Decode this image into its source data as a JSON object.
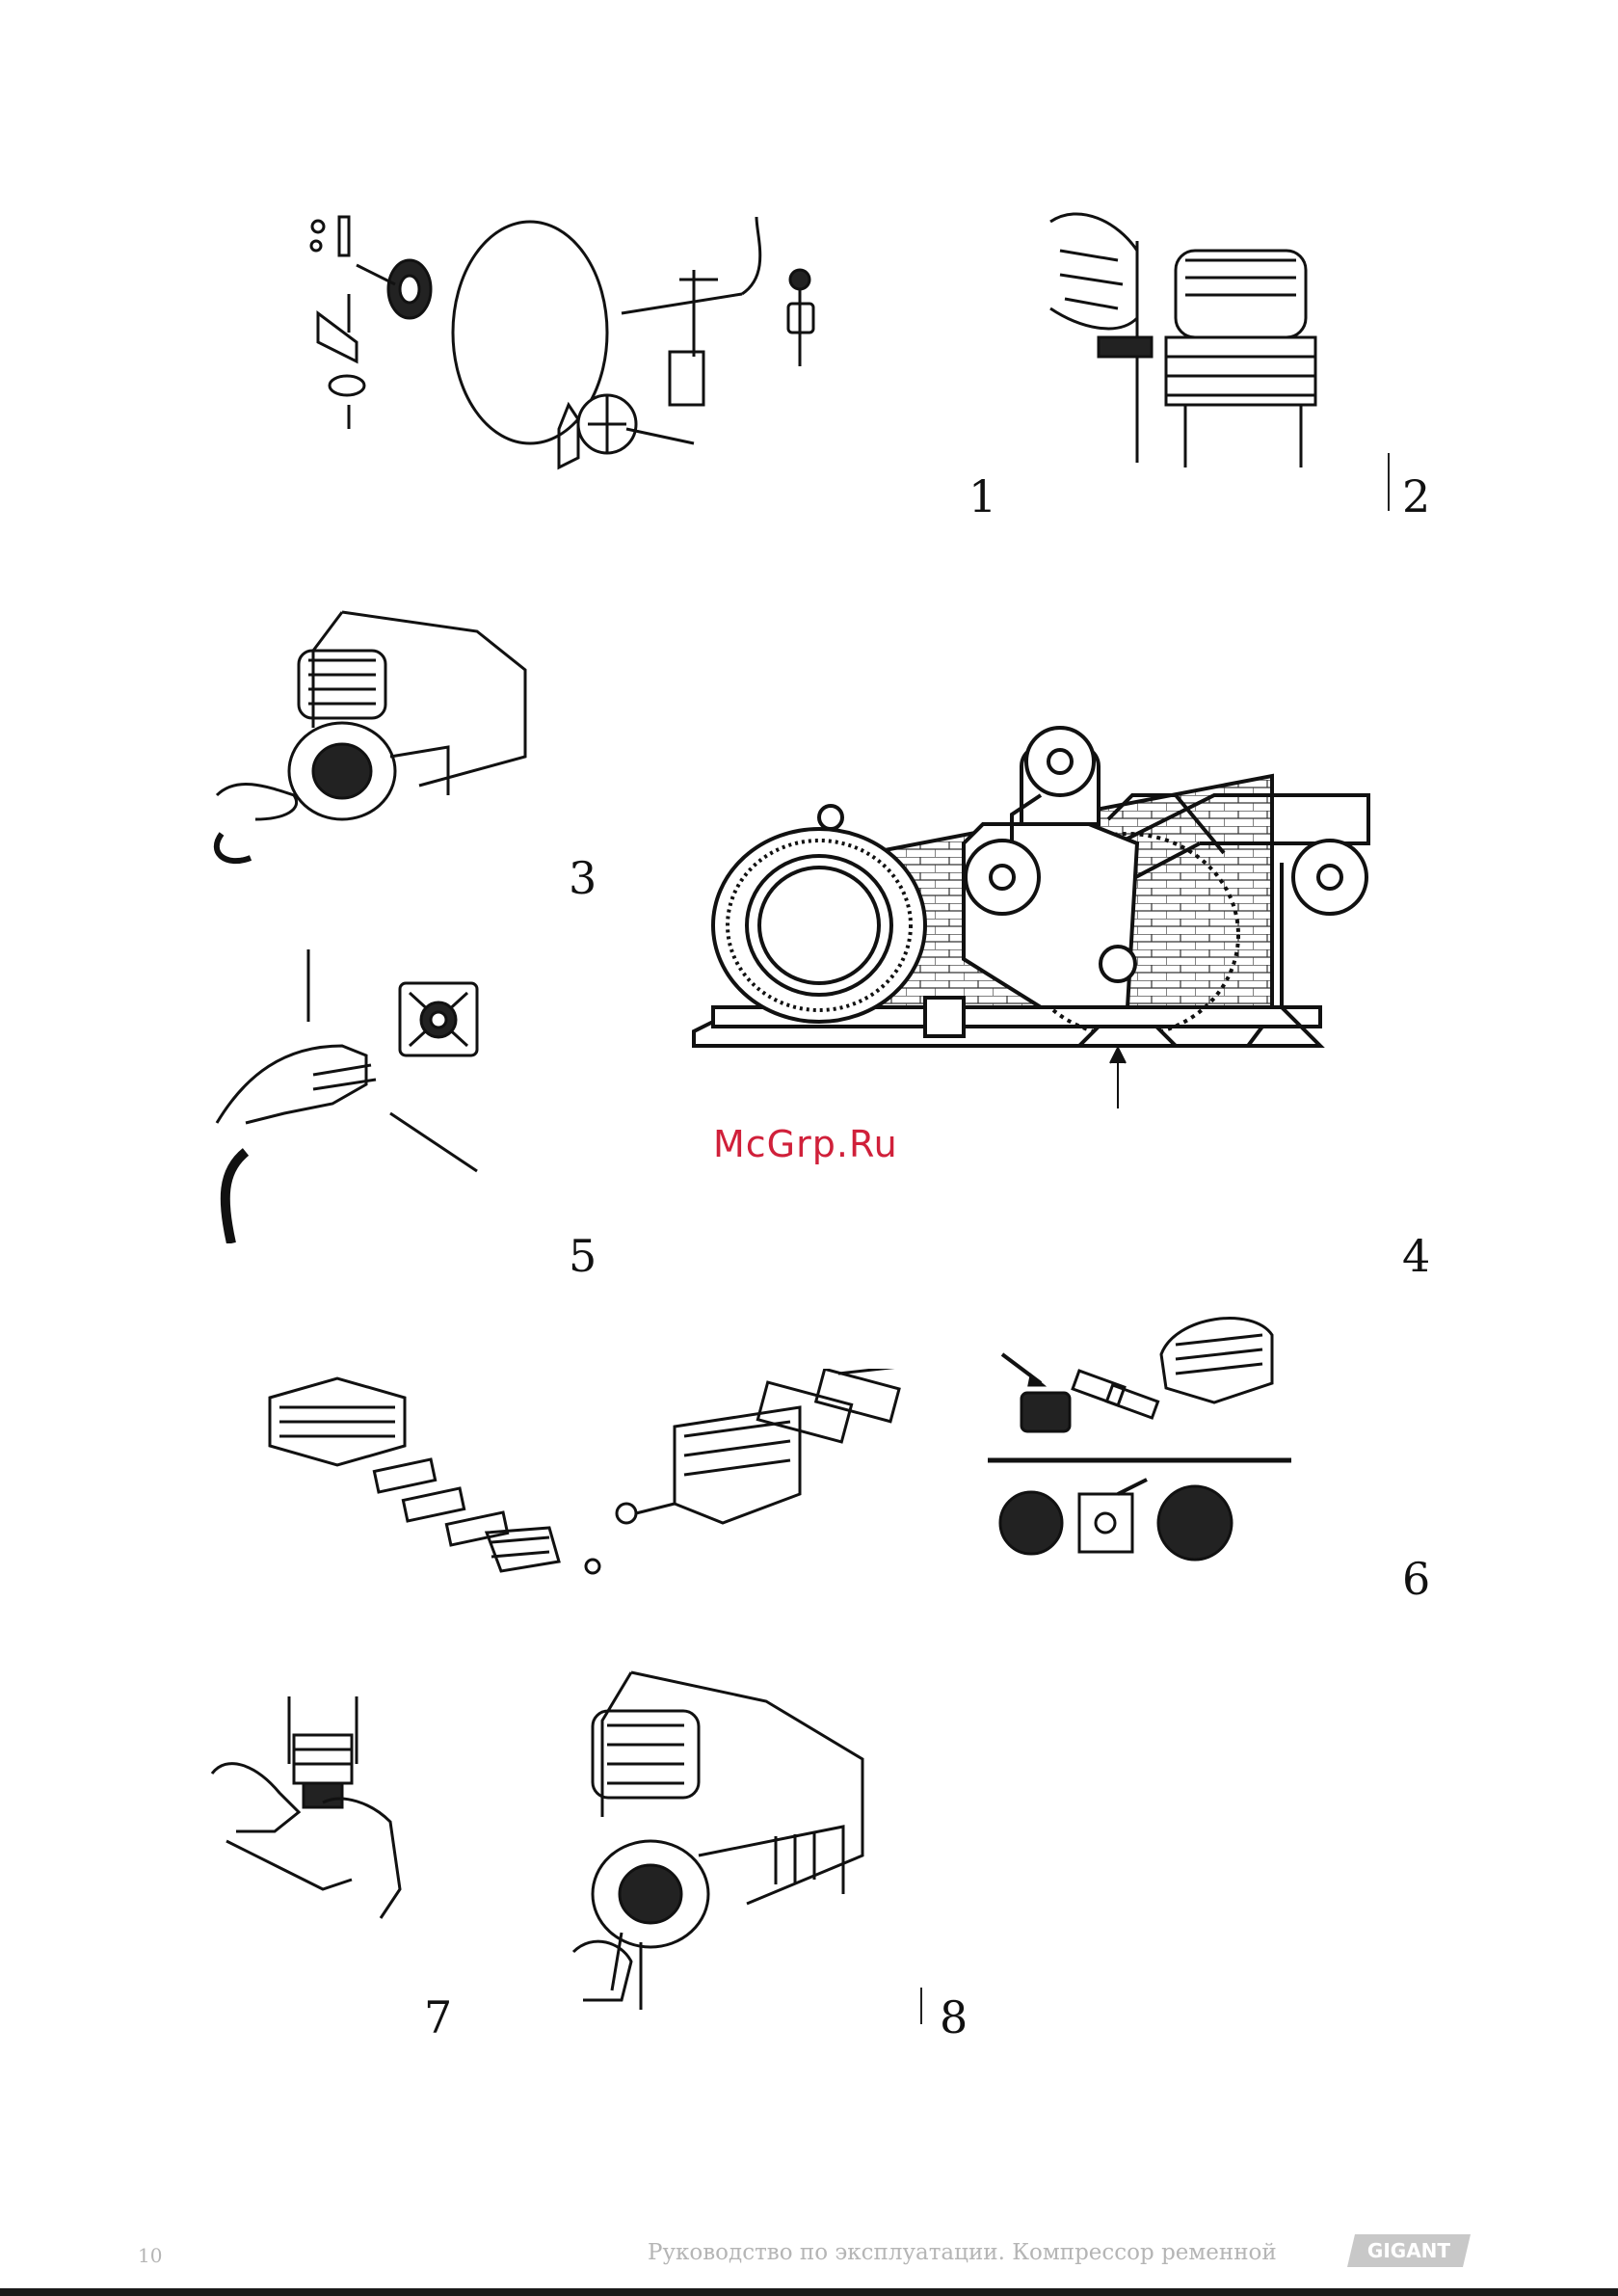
{
  "figures": [
    {
      "number": "1",
      "icon": "motor-mount-assembly-exploded-drawing"
    },
    {
      "number": "2",
      "icon": "hand-on-cylinder-head-drawing"
    },
    {
      "number": "3",
      "icon": "compressor-pump-with-hand-drawing"
    },
    {
      "number": "4",
      "icon": "belt-compressor-pump-and-motor-drawing"
    },
    {
      "number": "5",
      "icon": "hand-adjusting-pressure-switch-drawing"
    },
    {
      "number": "6",
      "icon": "valve-plate-and-air-filter-exploded-drawing"
    },
    {
      "number": "7",
      "icon": "hands-holding-fitting-drawing"
    },
    {
      "number": "8",
      "icon": "compressor-drain-with-hand-drawing"
    }
  ],
  "watermark": "McGrp.Ru",
  "footer": {
    "page_number": "10",
    "title": "Руководство по эксплуатации. Компрессор ременной",
    "brand": "GIGANT"
  },
  "colors": {
    "ink": "#111111",
    "watermark": "#d0203a",
    "footer": "#b5b5b5",
    "logo_bg": "#c8c8c8"
  }
}
